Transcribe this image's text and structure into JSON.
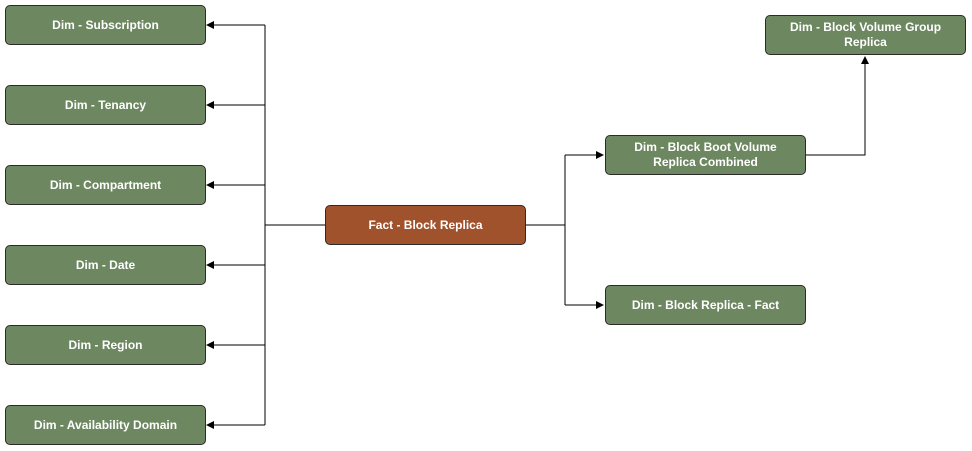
{
  "diagram": {
    "colors": {
      "dimension_fill": "#6d8761",
      "fact_fill": "#a0522d",
      "border": "#2b2b2b",
      "text": "#ffffff",
      "connector": "#000000"
    },
    "fact": {
      "label": "Fact - Block Replica"
    },
    "left_dimensions": [
      {
        "label": "Dim - Subscription"
      },
      {
        "label": "Dim - Tenancy"
      },
      {
        "label": "Dim - Compartment"
      },
      {
        "label": "Dim - Date"
      },
      {
        "label": "Dim - Region"
      },
      {
        "label": "Dim - Availability Domain"
      }
    ],
    "right_dimensions": [
      {
        "label": "Dim - Block Boot Volume Replica Combined"
      },
      {
        "label": "Dim - Block Replica - Fact"
      }
    ],
    "far_right_dimension": {
      "label": "Dim - Block Volume Group Replica"
    }
  }
}
